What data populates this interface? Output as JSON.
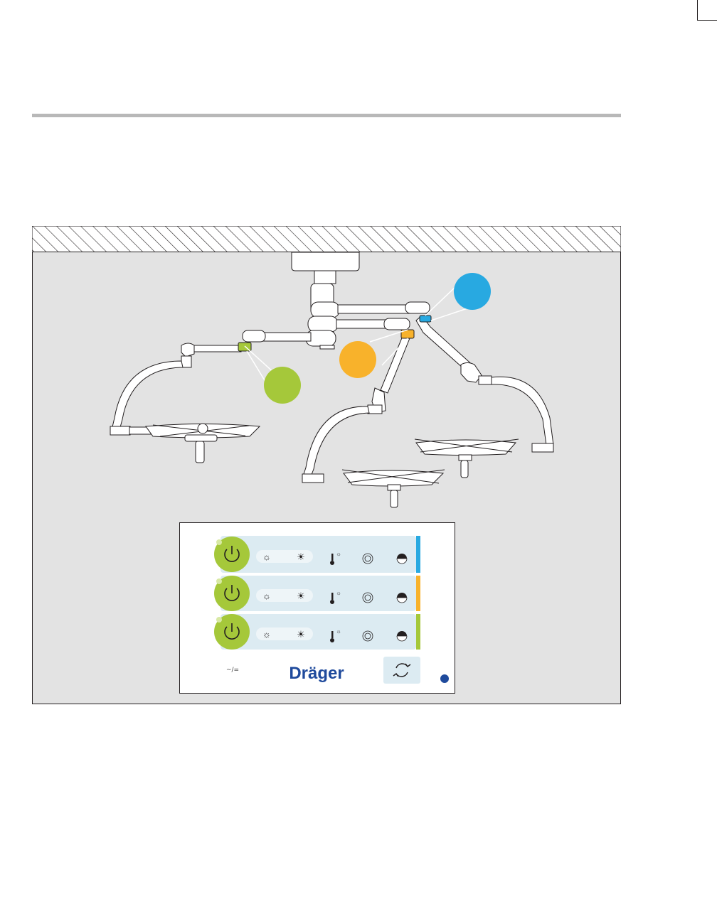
{
  "colors": {
    "blue": "#28a9e1",
    "orange": "#f8b22b",
    "green": "#a5c83a",
    "panel_row": "#dcebf2",
    "ceiling_bg": "#e3e3e3",
    "brand": "#1f4a9c"
  },
  "control_panel": {
    "brand": "Dräger",
    "power_hint": "~/=",
    "rows": [
      {
        "accent": "blue",
        "icons": [
          "power-icon",
          "endo-light-icon",
          "brightness-icon",
          "color-temperature-icon",
          "light-field-size-icon",
          "ambient-light-icon"
        ]
      },
      {
        "accent": "orange",
        "icons": [
          "power-icon",
          "endo-light-icon",
          "brightness-icon",
          "color-temperature-icon",
          "light-field-size-icon",
          "ambient-light-icon"
        ]
      },
      {
        "accent": "green",
        "icons": [
          "power-icon",
          "endo-light-icon",
          "brightness-icon",
          "color-temperature-icon",
          "light-field-size-icon",
          "ambient-light-icon"
        ]
      }
    ],
    "sync_icon": "sync-icon"
  },
  "callouts": [
    {
      "color": "blue",
      "target": "arm-joint-blue"
    },
    {
      "color": "orange",
      "target": "arm-joint-orange"
    },
    {
      "color": "green",
      "target": "arm-joint-green"
    }
  ]
}
